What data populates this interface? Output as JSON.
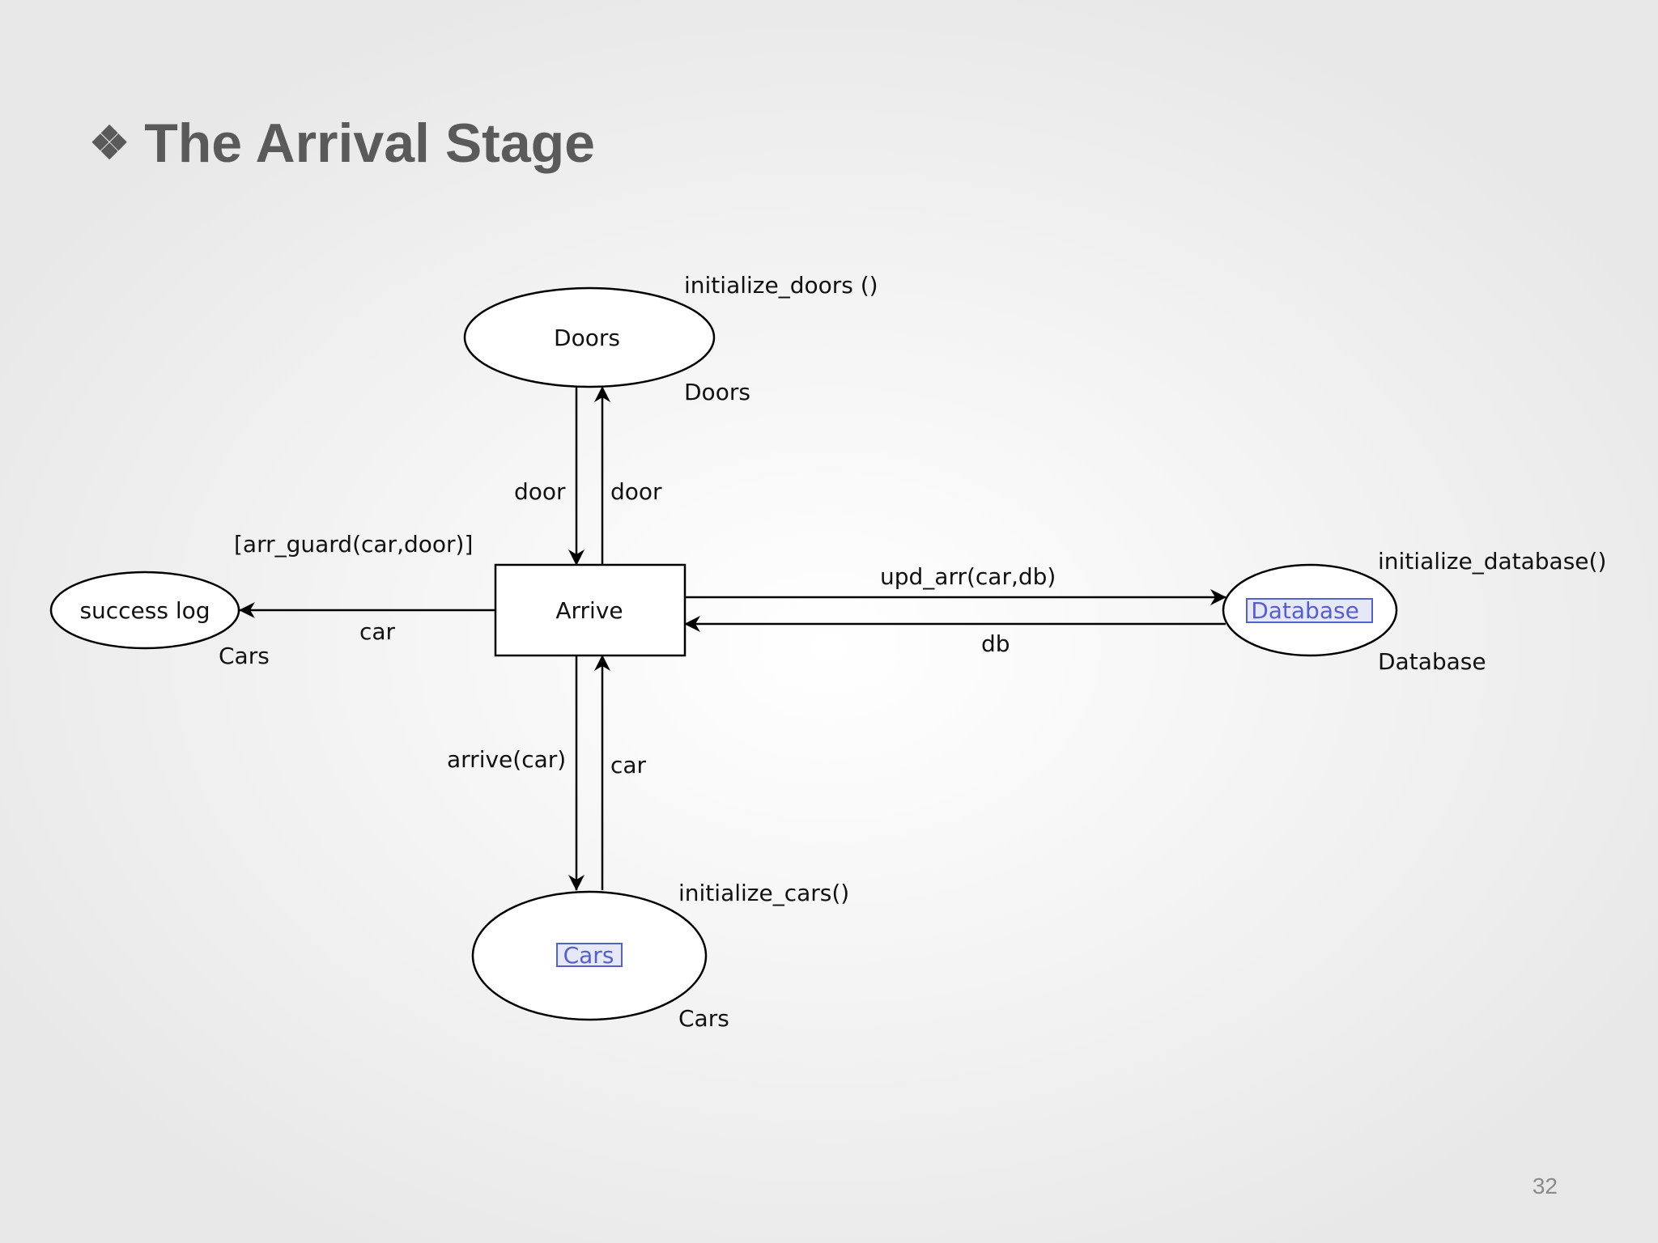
{
  "slide": {
    "title": "The Arrival Stage",
    "bullet_icon": "diamond-bullet-icon",
    "page_number": "32"
  },
  "places": {
    "doors": {
      "name": "Doors",
      "init": "initialize_doors ()",
      "type": "Doors"
    },
    "cars": {
      "name": "Cars",
      "init": "initialize_cars()",
      "type": "Cars"
    },
    "database": {
      "name": "Database",
      "init": "initialize_database()",
      "type": "Database"
    },
    "success_log": {
      "name": "success log",
      "type": "Cars"
    }
  },
  "transition": {
    "name": "Arrive",
    "guard": "[arr_guard(car,door)]"
  },
  "arcs": {
    "doors_to_arrive": "door",
    "arrive_to_doors": "door",
    "arrive_to_success": "car",
    "arrive_to_database": "upd_arr(car,db)",
    "database_to_arrive": "db",
    "arrive_to_cars": "arrive(car)",
    "cars_to_arrive": "car"
  },
  "colors": {
    "title": "#5a5a5a",
    "marking": "#5560c8",
    "line": "#000000"
  }
}
